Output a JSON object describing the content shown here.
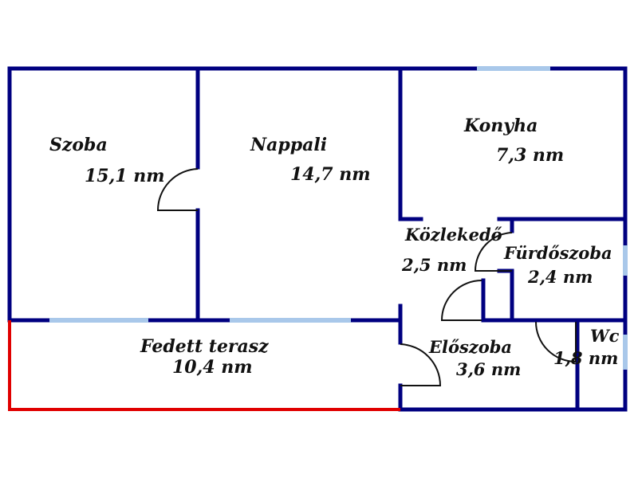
{
  "colors": {
    "wall": "#000080",
    "window": "#a9c8ea",
    "terrace_edge": "#e00000",
    "door": "#111111"
  },
  "rooms": [
    {
      "id": "szoba",
      "name": "Szoba",
      "area": "15,1 nm"
    },
    {
      "id": "nappali",
      "name": "Nappali",
      "area": "14,7 nm"
    },
    {
      "id": "konyha",
      "name": "Konyha",
      "area": "7,3 nm"
    },
    {
      "id": "kozlekedo",
      "name": "Közlekedő",
      "area": "2,5 nm"
    },
    {
      "id": "furdoszoba",
      "name": "Fürdőszoba",
      "area": "2,4 nm"
    },
    {
      "id": "wc",
      "name": "Wc",
      "area": "1,8 nm"
    },
    {
      "id": "eloszoba",
      "name": "Előszoba",
      "area": "3,6 nm"
    },
    {
      "id": "terasz",
      "name": "Fedett terasz",
      "area": "10,4 nm"
    }
  ]
}
